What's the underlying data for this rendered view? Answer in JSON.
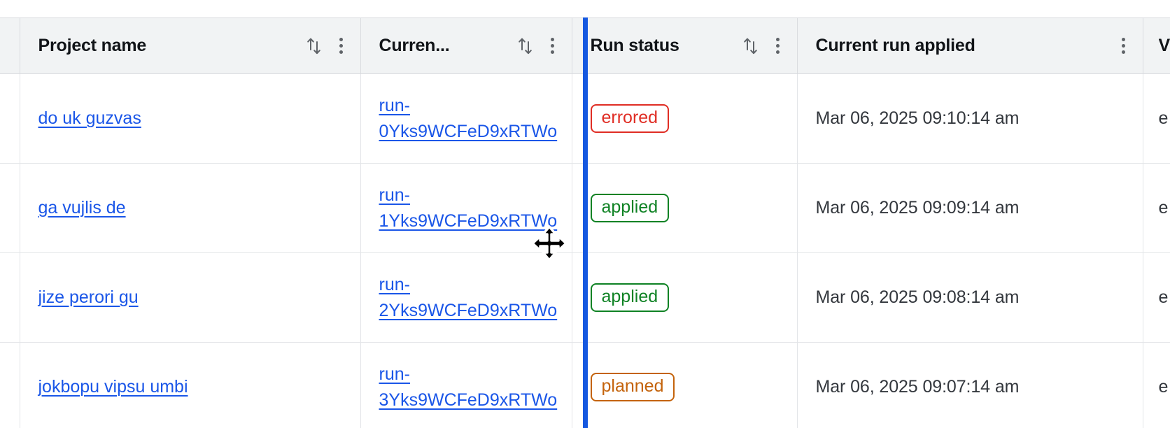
{
  "table": {
    "columns": [
      {
        "id": "gutter",
        "label": "",
        "sortable": false,
        "menu": false
      },
      {
        "id": "project",
        "label": "Project name",
        "sortable": true,
        "menu": true
      },
      {
        "id": "current",
        "label": "Curren...",
        "sortable": true,
        "menu": true
      },
      {
        "id": "status",
        "label": "Run status",
        "sortable": true,
        "menu": true
      },
      {
        "id": "applied",
        "label": "Current run applied",
        "sortable": false,
        "menu": true
      },
      {
        "id": "partial",
        "label": "V",
        "sortable": false,
        "menu": false
      }
    ],
    "rows": [
      {
        "project": "do uk guzvas",
        "current_run": "run-0Yks9WCFeD9xRTWo",
        "run_status": "errored",
        "status_kind": "errored",
        "current_run_applied": "Mar 06, 2025 09:10:14 am",
        "partial": "e"
      },
      {
        "project": "ga vujlis de",
        "current_run": "run-1Yks9WCFeD9xRTWo",
        "run_status": "applied",
        "status_kind": "applied",
        "current_run_applied": "Mar 06, 2025 09:09:14 am",
        "partial": "e"
      },
      {
        "project": "jize perori gu",
        "current_run": "run-2Yks9WCFeD9xRTWo",
        "run_status": "applied",
        "status_kind": "applied",
        "current_run_applied": "Mar 06, 2025 09:08:14 am",
        "partial": "e"
      },
      {
        "project": "jokbopu vipsu umbi",
        "current_run": "run-3Yks9WCFeD9xRTWo",
        "run_status": "planned",
        "status_kind": "planned",
        "current_run_applied": "Mar 06, 2025 09:07:14 am",
        "partial": "e"
      }
    ]
  },
  "icons": {
    "sort": "sort-ascending-descending-icon",
    "menu": "column-menu-kebab-icon",
    "cursor": "column-resize-cursor"
  },
  "interaction": {
    "resize_guideline_visible": true,
    "resize_guideline_x": 833,
    "cursor_type": "col-resize"
  },
  "colors": {
    "link": "#1a56e8",
    "header_bg": "#f1f3f4",
    "border": "#dadce0",
    "resize_line": "#1558e0",
    "status_errored": "#e02d24",
    "status_applied": "#0f8224",
    "status_planned": "#c4630b"
  }
}
